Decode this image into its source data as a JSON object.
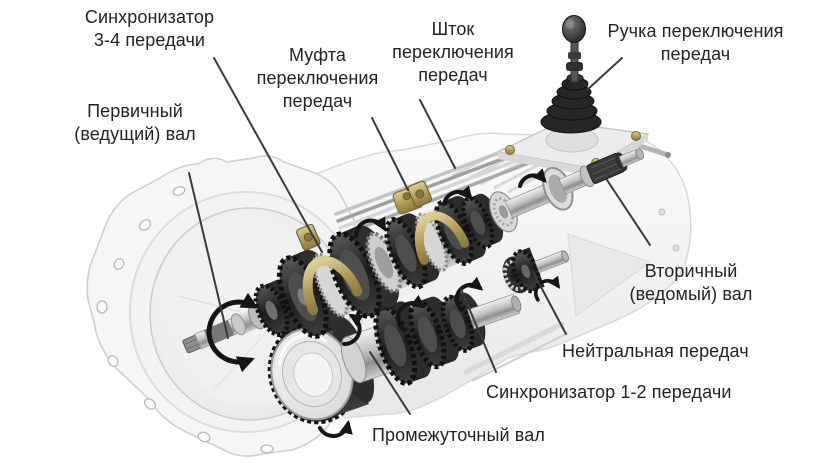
{
  "figure": {
    "type": "technical-cutaway-diagram",
    "subject": "manual-transmission-gearbox",
    "language": "ru"
  },
  "labels": {
    "sync34": {
      "line1": "Синхронизатор",
      "line2": "3-4 передачи"
    },
    "mufta": {
      "line1": "Муфта",
      "line2": "переключения",
      "line3": "передач"
    },
    "shtok": {
      "line1": "Шток",
      "line2": "переключения",
      "line3": "передач"
    },
    "ruchka": {
      "line1": "Ручка переключения",
      "line2": "передач"
    },
    "pervichny": {
      "line1": "Первичный",
      "line2": "(ведущий) вал"
    },
    "vtorichny": {
      "line1": "Вторичный",
      "line2": "(ведомый) вал"
    },
    "neutral": {
      "line1": "Нейтральная передач"
    },
    "sync12": {
      "line1": "Синхронизатор 1-2 передачи"
    },
    "promezhutochny": {
      "line1": "Промежуточный вал"
    }
  },
  "colors": {
    "background": "#ffffff",
    "label_text": "#232323",
    "leader_line": "#3a3a3a",
    "housing_light": "#f3f3f3",
    "gear_dark": "#2a2a2a",
    "shaft_silver": "#c9c9c9",
    "fork_brass": "#b3a260",
    "boot_black": "#262626",
    "arrow_black": "#151515"
  }
}
